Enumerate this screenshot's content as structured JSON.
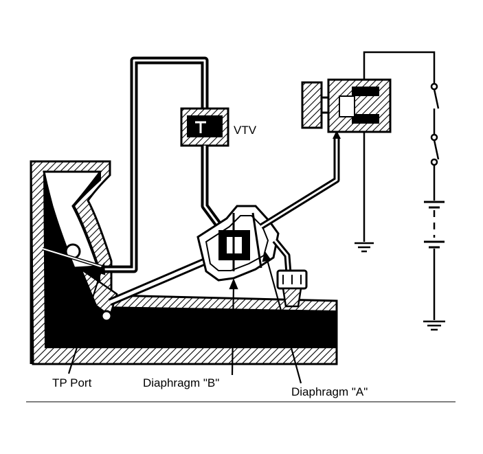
{
  "labels": {
    "vtv": "VTV",
    "tp_port": "TP Port",
    "diaphragm_b": "Diaphragm \"B\"",
    "diaphragm_a": "Diaphragm \"A\""
  },
  "colors": {
    "ink": "#000000",
    "paper": "#ffffff"
  }
}
